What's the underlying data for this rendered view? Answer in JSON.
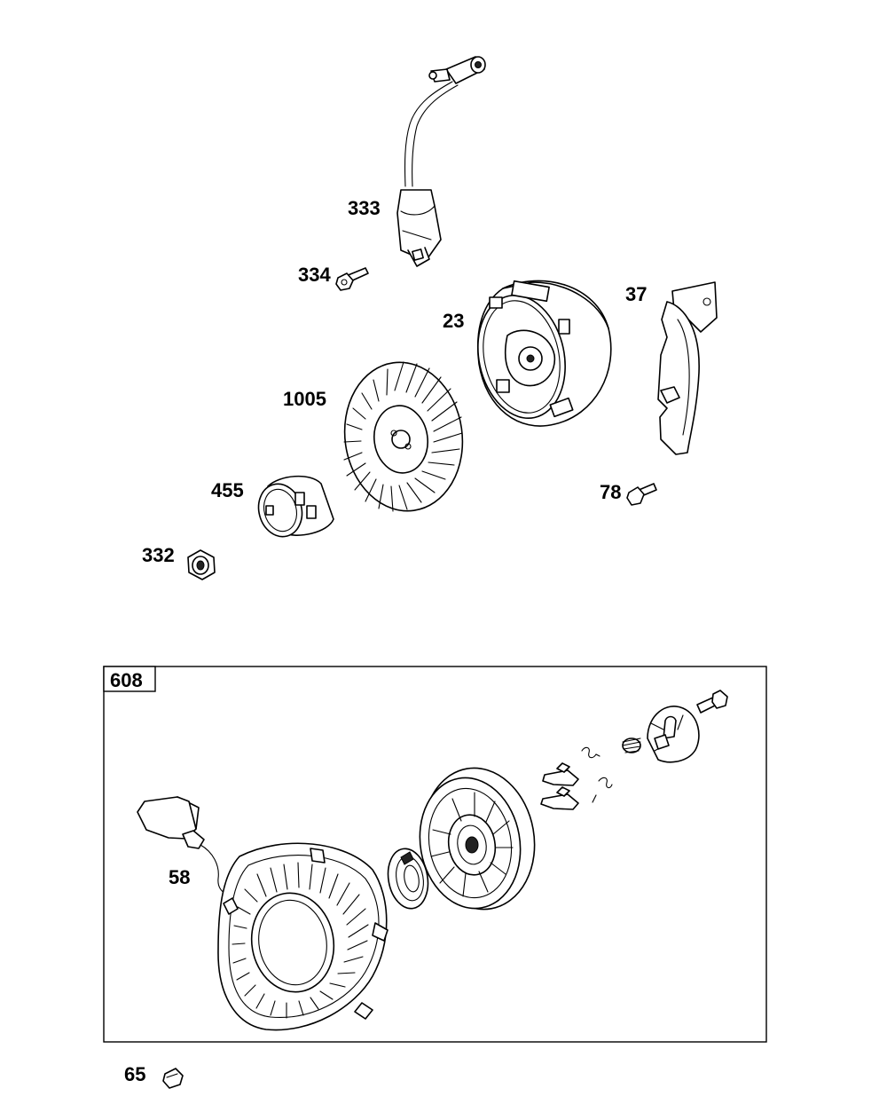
{
  "callouts": {
    "ignition_coil": "333",
    "coil_screw": "334",
    "flywheel": "23",
    "air_guide": "37",
    "fan": "1005",
    "starter_cup": "455",
    "flywheel_nut": "332",
    "guide_screw": "78",
    "rewind_starter": "58",
    "screw_65": "65"
  },
  "inset": {
    "label": "608"
  }
}
